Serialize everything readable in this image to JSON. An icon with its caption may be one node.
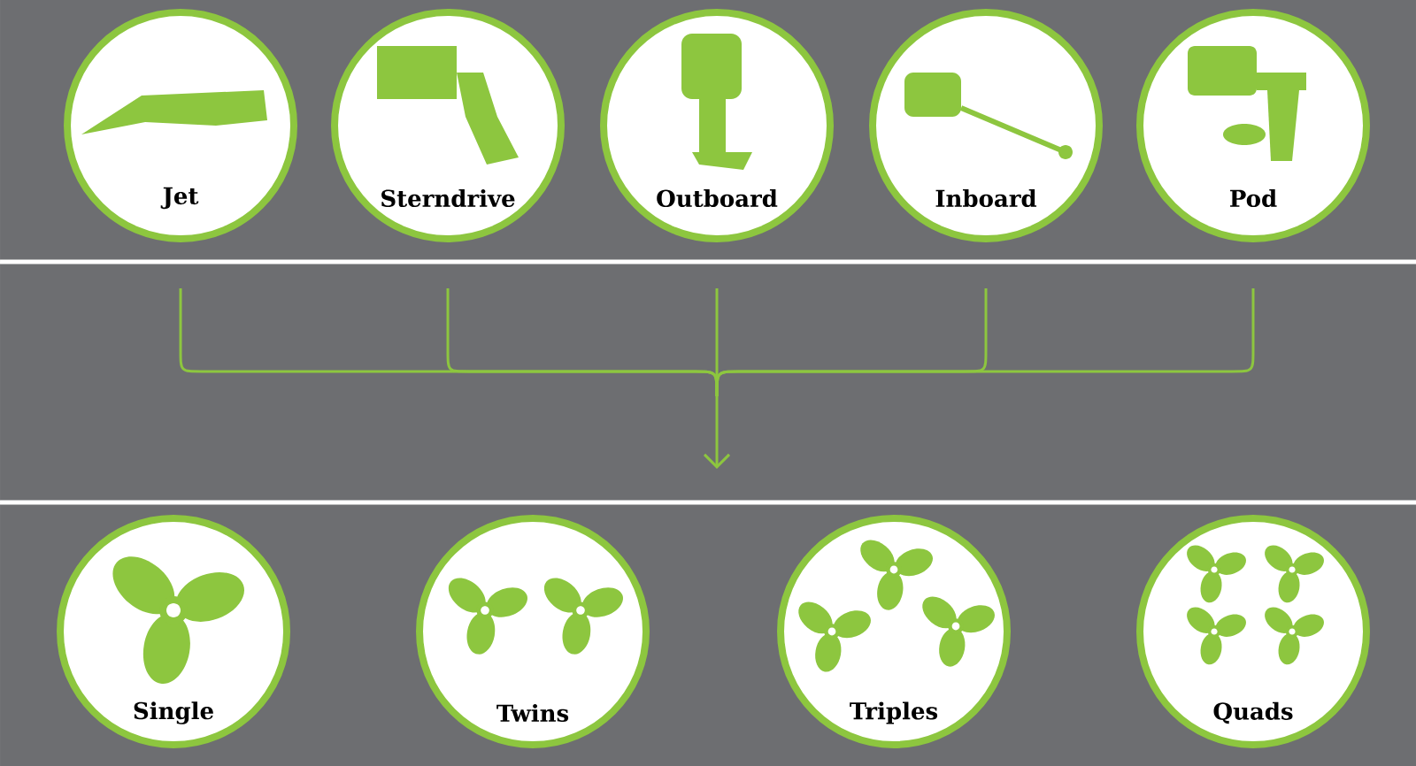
{
  "diagram": {
    "nodes": [
      {
        "text": [
          "Jet"
        ]
      },
      {
        "text": [
          "Sterndrive"
        ]
      },
      {
        "text": [
          "Outboard"
        ]
      },
      {
        "text": [
          "Inboard"
        ]
      },
      {
        "text": [
          "Pod"
        ]
      },
      {
        "text": [
          "Single"
        ]
      },
      {
        "text": [
          "Twins"
        ]
      },
      {
        "text": [
          "Triples"
        ]
      },
      {
        "text": [
          "Quads"
        ]
      }
    ],
    "edges": [
      {
        "from": 0,
        "to": null,
        "arrow": "to"
      },
      {
        "from": 1,
        "to": null,
        "arrow": "to"
      },
      {
        "from": 2,
        "to": null,
        "arrow": "to"
      },
      {
        "from": 3,
        "to": null,
        "arrow": "to"
      },
      {
        "from": 4,
        "to": null,
        "arrow": "to"
      }
    ]
  }
}
